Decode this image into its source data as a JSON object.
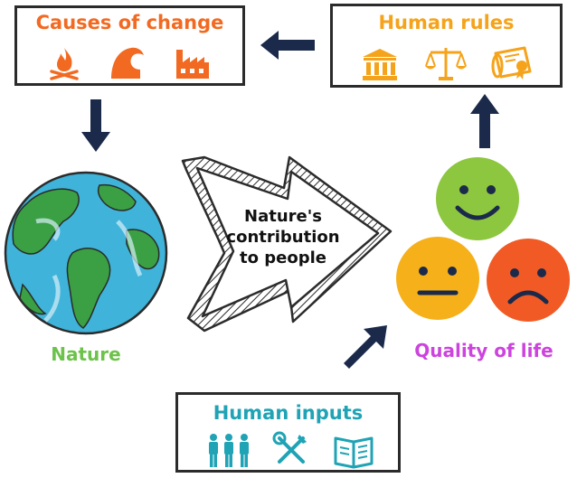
{
  "causes": {
    "title": "Causes of change",
    "color": "#f26a21",
    "icons": [
      "fire-icon",
      "wave-icon",
      "factory-icon"
    ]
  },
  "rules": {
    "title": "Human rules",
    "color": "#f5a31a",
    "icons": [
      "government-building-icon",
      "scales-icon",
      "certificate-scroll-icon"
    ]
  },
  "inputs": {
    "title": "Human inputs",
    "color": "#1fa3b5",
    "icons": [
      "people-icon",
      "tools-icon",
      "book-icon"
    ]
  },
  "nature": {
    "label": "Nature",
    "color": "#6cc24a"
  },
  "contribution": {
    "line1": "Nature's",
    "line2": "contribution",
    "line3": "to people"
  },
  "quality": {
    "label": "Quality of life",
    "color": "#cc44dd",
    "faces": [
      "happy-face-icon",
      "neutral-face-icon",
      "sad-face-icon"
    ],
    "face_colors": [
      "#8dc63f",
      "#f5b01a",
      "#f15a24"
    ]
  },
  "arrow_color": "#1b2a4a"
}
